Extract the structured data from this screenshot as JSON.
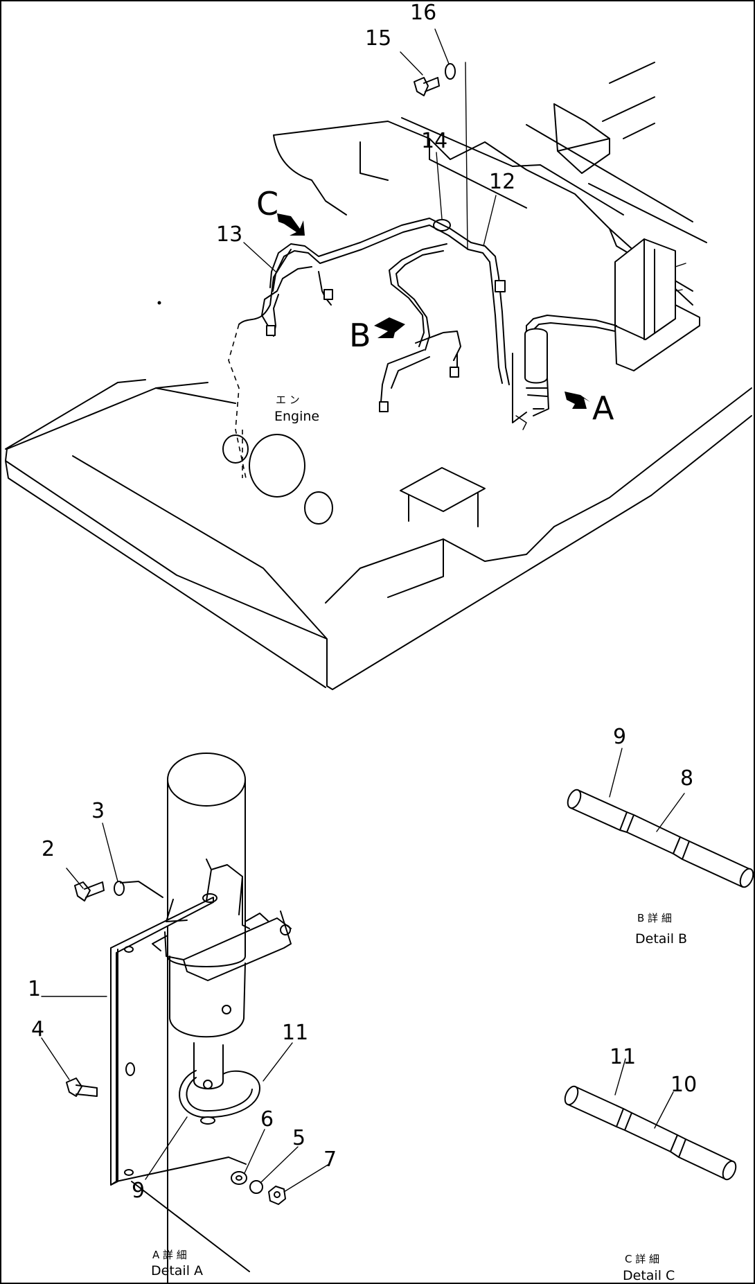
{
  "part_numbers": {
    "n1": "1",
    "n2": "2",
    "n3": "3",
    "n4": "4",
    "n5": "5",
    "n6": "6",
    "n7": "7",
    "n8": "8",
    "n9": "9",
    "n10": "10",
    "n11": "11",
    "n12": "12",
    "n13": "13",
    "n14": "14",
    "n15": "15",
    "n16": "16"
  },
  "view_letters": {
    "a": "A",
    "b": "B",
    "c": "C"
  },
  "engine": {
    "jp": "エ ン",
    "en": "Engine"
  },
  "details": {
    "a": {
      "jp": "A  詳  細",
      "en": "Detail  A"
    },
    "b": {
      "jp": "B  詳  細",
      "en": "Detail  B"
    },
    "c": {
      "jp": "C  詳  細",
      "en": "Detail  C"
    }
  }
}
